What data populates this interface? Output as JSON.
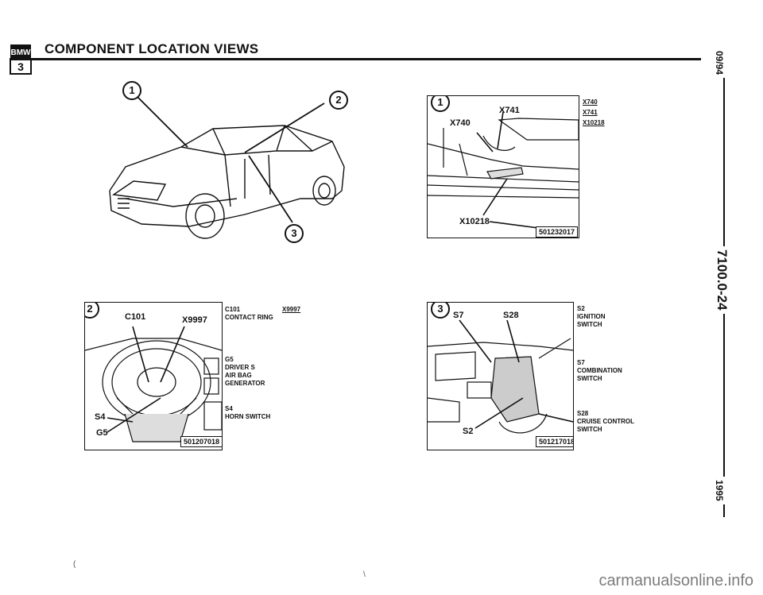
{
  "header": {
    "brand": "BMW",
    "series": "3",
    "title": "COMPONENT LOCATION VIEWS"
  },
  "side": {
    "date": "09/94",
    "code": "7100.0-24",
    "year": "1995"
  },
  "overview": {
    "callouts": [
      "1",
      "2",
      "3"
    ]
  },
  "views": [
    {
      "number": "1",
      "labels": [
        "X741",
        "X740",
        "X10218"
      ],
      "ref": "501232017",
      "legend": [
        "X740",
        "X741",
        "X10218"
      ]
    },
    {
      "number": "2",
      "labels": [
        "C101",
        "X9997",
        "S4",
        "G5"
      ],
      "ref": "501207018",
      "legend": [
        {
          "code": "C101",
          "desc": [
            "CONTACT RING"
          ],
          "extra": "X9997"
        },
        {
          "code": "G5",
          "desc": [
            "DRIVER S",
            "AIR BAG",
            "GENERATOR"
          ]
        },
        {
          "code": "S4",
          "desc": [
            "HORN SWITCH"
          ]
        }
      ]
    },
    {
      "number": "3",
      "labels": [
        "S7",
        "S28",
        "S2"
      ],
      "ref": "501217018",
      "legend": [
        {
          "code": "S2",
          "desc": [
            "IGNITION",
            "SWITCH"
          ]
        },
        {
          "code": "S7",
          "desc": [
            "COMBINATION",
            "SWITCH"
          ]
        },
        {
          "code": "S28",
          "desc": [
            "CRUISE CONTROL",
            "SWITCH"
          ]
        }
      ]
    }
  ],
  "stray": {
    "left": "(",
    "center": "\\"
  },
  "watermark": "carmanualsonline.info"
}
